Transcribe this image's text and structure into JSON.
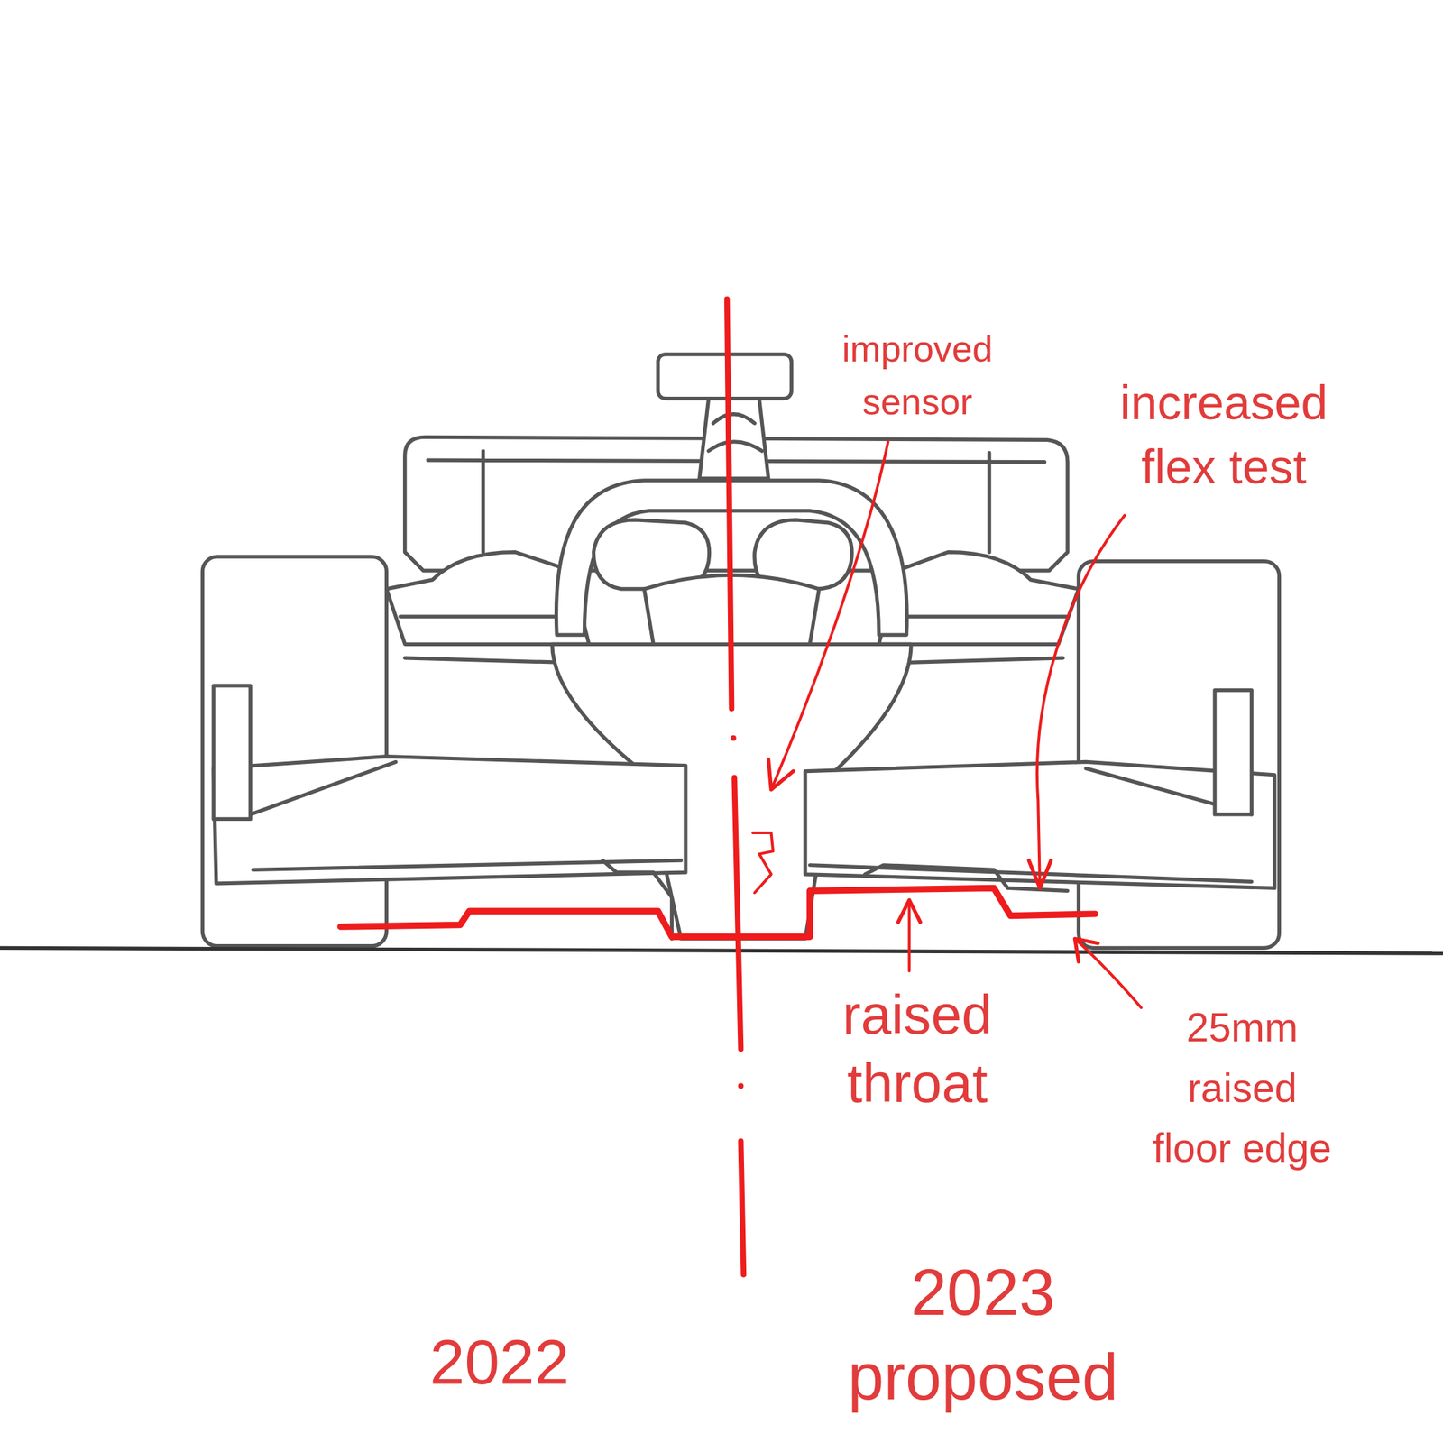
{
  "diagram": {
    "labels": [
      "improved sensor",
      "increased flex test",
      "raised throat",
      "25mm raised floor edge",
      "2022",
      "2023 proposed"
    ]
  }
}
